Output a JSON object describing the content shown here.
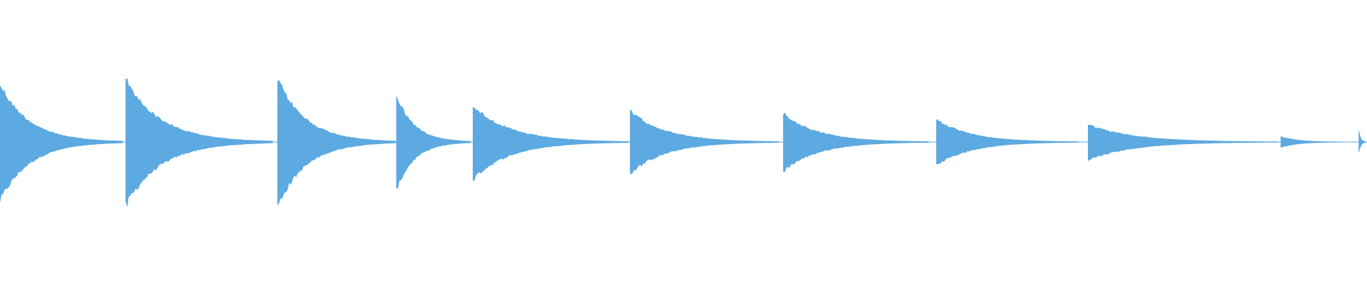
{
  "waveform": {
    "color": "#5DA9E1",
    "duration_fraction_shown": 1.0,
    "onsets": [
      {
        "t": 0.0,
        "amplitude": 0.43,
        "decay_end": 0.09
      },
      {
        "t": 0.092,
        "amplitude": 0.46,
        "decay_end": 0.2
      },
      {
        "t": 0.203,
        "amplitude": 0.47,
        "decay_end": 0.29
      },
      {
        "t": 0.29,
        "amplitude": 0.35,
        "decay_end": 0.345
      },
      {
        "t": 0.346,
        "amplitude": 0.27,
        "decay_end": 0.46
      },
      {
        "t": 0.461,
        "amplitude": 0.23,
        "decay_end": 0.57
      },
      {
        "t": 0.573,
        "amplitude": 0.21,
        "decay_end": 0.68
      },
      {
        "t": 0.685,
        "amplitude": 0.17,
        "decay_end": 0.79
      },
      {
        "t": 0.796,
        "amplitude": 0.13,
        "decay_end": 0.935
      },
      {
        "t": 0.937,
        "amplitude": 0.04,
        "decay_end": 0.99
      },
      {
        "t": 0.994,
        "amplitude": 0.08,
        "decay_end": 1.0
      }
    ]
  }
}
